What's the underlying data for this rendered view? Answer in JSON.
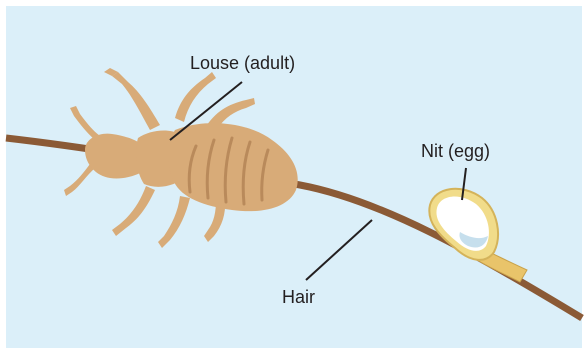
{
  "labels": {
    "louse": "Louse (adult)",
    "nit": "Nit (egg)",
    "hair": "Hair"
  },
  "colors": {
    "background": "#dbeff9",
    "hair": "#8b5a36",
    "louse_body": "#d8ab78",
    "louse_segment": "#b98a5b",
    "nit_shell": "#f1dc8a",
    "nit_inner": "#ffffff",
    "nit_shadow": "#bcd9ea",
    "leader_line": "#231f20"
  }
}
